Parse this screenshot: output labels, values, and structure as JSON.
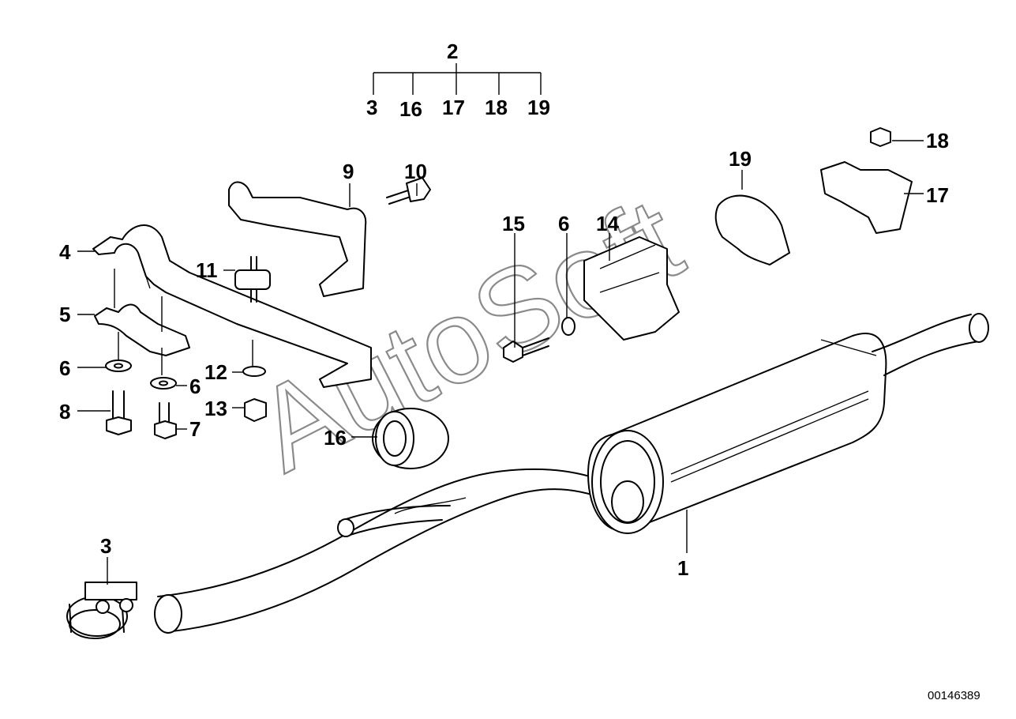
{
  "watermark": "AutoSoft",
  "diagram_code": "00146389",
  "tree": {
    "parent": "2",
    "children": [
      "3",
      "16",
      "17",
      "18",
      "19"
    ]
  },
  "labels": [
    {
      "id": "1",
      "part": "muffler"
    },
    {
      "id": "3",
      "part": "clamp"
    },
    {
      "id": "4",
      "part": "upper-bracket"
    },
    {
      "id": "5",
      "part": "lower-bracket"
    },
    {
      "id": "6",
      "part": "washer-left"
    },
    {
      "id": "6",
      "part": "washer-middle"
    },
    {
      "id": "6",
      "part": "washer-right"
    },
    {
      "id": "7",
      "part": "bolt-short"
    },
    {
      "id": "8",
      "part": "bolt-long"
    },
    {
      "id": "9",
      "part": "hanger-plate"
    },
    {
      "id": "10",
      "part": "bolt"
    },
    {
      "id": "11",
      "part": "rubber-mount"
    },
    {
      "id": "12",
      "part": "lock-washer"
    },
    {
      "id": "13",
      "part": "nut"
    },
    {
      "id": "14",
      "part": "holder"
    },
    {
      "id": "15",
      "part": "hex-bolt"
    },
    {
      "id": "16",
      "part": "rubber-ring"
    },
    {
      "id": "17",
      "part": "holder-clip"
    },
    {
      "id": "18",
      "part": "nut-small"
    },
    {
      "id": "19",
      "part": "rubber-hanger"
    }
  ]
}
